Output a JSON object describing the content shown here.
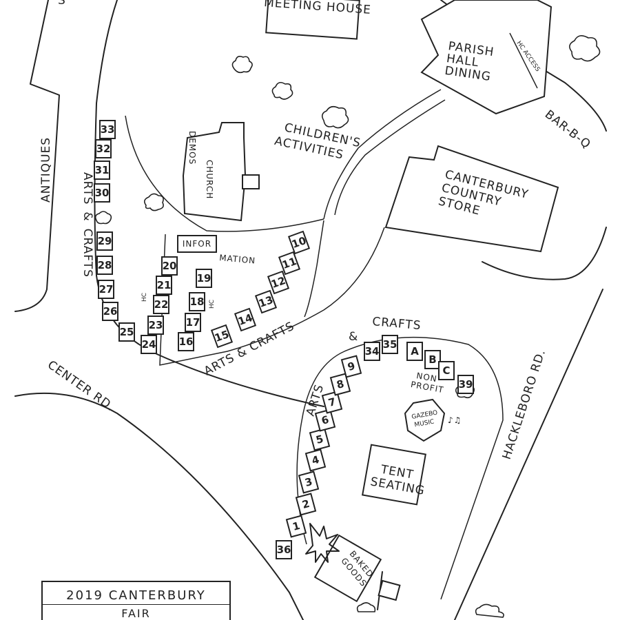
{
  "title": {
    "line1": "2019 CANTERBURY",
    "line2": "FAIR"
  },
  "roads": {
    "center_rd": "CENTER RD.",
    "hackleboro_rd": "HACKLEBORO RD.",
    "top_left_fragment": "S"
  },
  "buildings": {
    "meeting_house": "MEETING HOUSE",
    "parish_hall": [
      "PARISH",
      "HALL",
      "DINING"
    ],
    "hc_access": "HC ACCESS",
    "church": "CHURCH",
    "store": [
      "CANTERBURY",
      "COUNTRY",
      "STORE"
    ],
    "tent": [
      "TENT",
      "SEATING"
    ],
    "gazebo": [
      "GAZEBO",
      "MUSIC"
    ],
    "baked_goods": [
      "BAKED",
      "GOODS"
    ]
  },
  "areas": {
    "antiques": "ANTIQUES",
    "demos": "DEMOS",
    "childrens": [
      "CHILDREN'S",
      "ACTIVITIES"
    ],
    "bbq": "BAR-B-Q",
    "information": "INFORMATION",
    "information_box": "INFOR",
    "information_tail": "MATION",
    "arts_crafts_left": [
      "ARTS",
      "&",
      "CRAFTS"
    ],
    "arts_crafts_mid": "ARTS & CRAFTS",
    "arts_crafts_right": "ARTS",
    "crafts_top": "CRAFTS",
    "ampersand": "&",
    "non_profit": [
      "NON",
      "PROFIT"
    ],
    "hc": "HC"
  },
  "booths": {
    "left_column": [
      "33",
      "32",
      "31",
      "30",
      "29",
      "28",
      "27",
      "26",
      "25"
    ],
    "inner_left": [
      "20",
      "21",
      "22",
      "23",
      "24"
    ],
    "inner_right": [
      "19",
      "18",
      "17",
      "16"
    ],
    "diagonal": [
      "15",
      "14",
      "13",
      "12",
      "11",
      "10"
    ],
    "right_column": [
      "1",
      "2",
      "3",
      "4",
      "5",
      "6",
      "7",
      "8",
      "9"
    ],
    "right_top": [
      "34",
      "35",
      "A",
      "B",
      "C",
      "39"
    ],
    "corner": "36"
  },
  "colors": {
    "ink": "#222222",
    "paper": "#ffffff"
  }
}
